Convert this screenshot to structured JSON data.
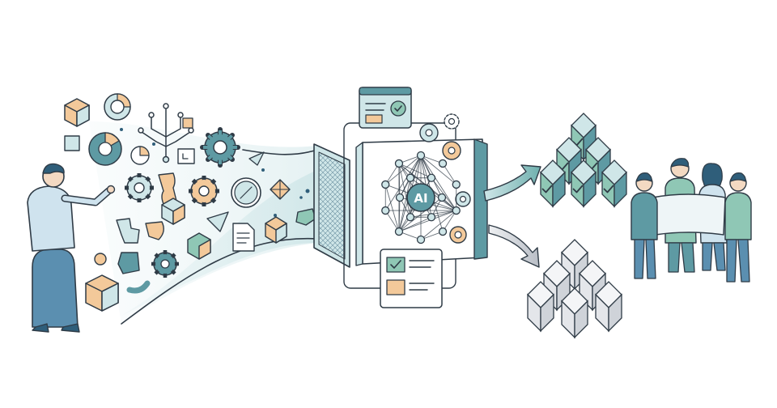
{
  "palette": {
    "ink": "#2f3b46",
    "teal": "#5e9aa3",
    "teal_light": "#cfe6e8",
    "mint": "#8fc7b5",
    "green_check": "#4f9a72",
    "peach": "#f3c99a",
    "blue_person": "#5b8fb0",
    "shirt": "#cfe3ee",
    "gray_block": "#e4e6ea",
    "arrow_top": "#7fb7b5",
    "arrow_bottom": "#c6cbd2"
  },
  "ai_hub": {
    "label": "AI",
    "icon": "neural-network-icon"
  },
  "outputs": {
    "top_blocks": {
      "rows": [
        1,
        2,
        3
      ],
      "checked": true,
      "icon": "checked-cube-icon"
    },
    "bottom_blocks": {
      "rows": [
        1,
        2,
        3
      ],
      "checked": false,
      "icon": "cube-icon"
    }
  },
  "icons": [
    "cube-icon",
    "donut-chart-icon",
    "circuit-tree-icon",
    "gear-icon",
    "pie-chart-icon",
    "calendar-icon",
    "compass-icon",
    "diamond-icon",
    "document-icon",
    "puzzle-piece-icon",
    "cursor-arrow-icon",
    "mesh-filter-icon",
    "checklist-card-icon",
    "person-icon",
    "team-icon",
    "whiteboard-icon"
  ]
}
